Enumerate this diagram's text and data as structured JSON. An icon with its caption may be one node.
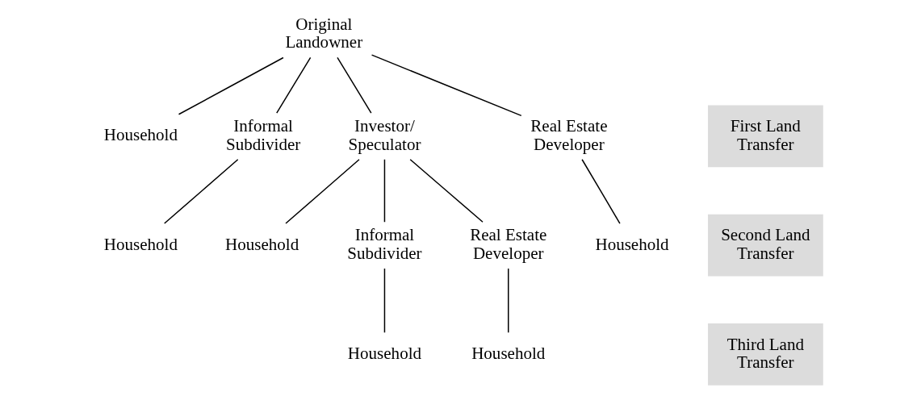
{
  "diagram": {
    "nodes": [
      {
        "text": [
          "Original Landowner"
        ]
      },
      {
        "text": [
          "First Land Transfer"
        ]
      },
      {
        "text": [
          "Household"
        ]
      },
      {
        "text": [
          "Informal Subdivider"
        ]
      },
      {
        "text": [
          "Investor/ Speculator"
        ]
      },
      {
        "text": [
          "Real Estate Developer"
        ]
      },
      {
        "text": [
          "Second Land Transfer"
        ]
      },
      {
        "text": [
          "Household"
        ]
      },
      {
        "text": [
          "Household"
        ]
      },
      {
        "text": [
          "Informal Subdivider"
        ]
      },
      {
        "text": [
          "Real Estate Developer"
        ]
      },
      {
        "text": [
          "Household"
        ]
      },
      {
        "text": [
          "Third Land Transfer"
        ]
      },
      {
        "text": [
          "Household"
        ]
      },
      {
        "text": [
          "Household"
        ]
      }
    ],
    "edges": [
      {
        "from": 0,
        "to": 2,
        "arrow": "none"
      },
      {
        "from": 0,
        "to": 3,
        "arrow": "none"
      },
      {
        "from": 0,
        "to": 4,
        "arrow": "none"
      },
      {
        "from": 0,
        "to": 5,
        "arrow": "none"
      },
      {
        "from": 3,
        "to": 7,
        "arrow": "none"
      },
      {
        "from": 4,
        "to": 8,
        "arrow": "none"
      },
      {
        "from": 4,
        "to": 9,
        "arrow": "none"
      },
      {
        "from": 4,
        "to": 10,
        "arrow": "none"
      },
      {
        "from": 5,
        "to": 11,
        "arrow": "none"
      },
      {
        "from": 9,
        "to": 13,
        "arrow": "none"
      },
      {
        "from": 10,
        "to": 14,
        "arrow": "none"
      }
    ]
  }
}
